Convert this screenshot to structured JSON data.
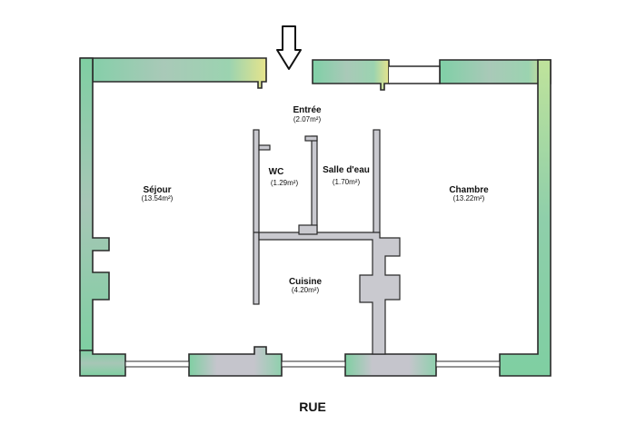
{
  "plan": {
    "entry_arrow_icon": "down-arrow-icon",
    "rooms": [
      {
        "id": "entree",
        "name": "Entrée",
        "area": "(2.07m²)"
      },
      {
        "id": "wc",
        "name": "WC",
        "area": "(1.29m²)"
      },
      {
        "id": "salle-eau",
        "name": "Salle d'eau",
        "area": "(1.70m²)"
      },
      {
        "id": "sejour",
        "name": "Séjour",
        "area": "(13.54m²)"
      },
      {
        "id": "chambre",
        "name": "Chambre",
        "area": "(13.22m²)"
      },
      {
        "id": "cuisine",
        "name": "Cuisine",
        "area": "(4.20m²)"
      }
    ],
    "street_label": "RUE",
    "colors": {
      "wall_fill": "#c9c9cf",
      "wall_outline": "#2a2a2a",
      "wall_green": "#7fcfa2",
      "wall_yellow": "#e8e58a"
    }
  }
}
